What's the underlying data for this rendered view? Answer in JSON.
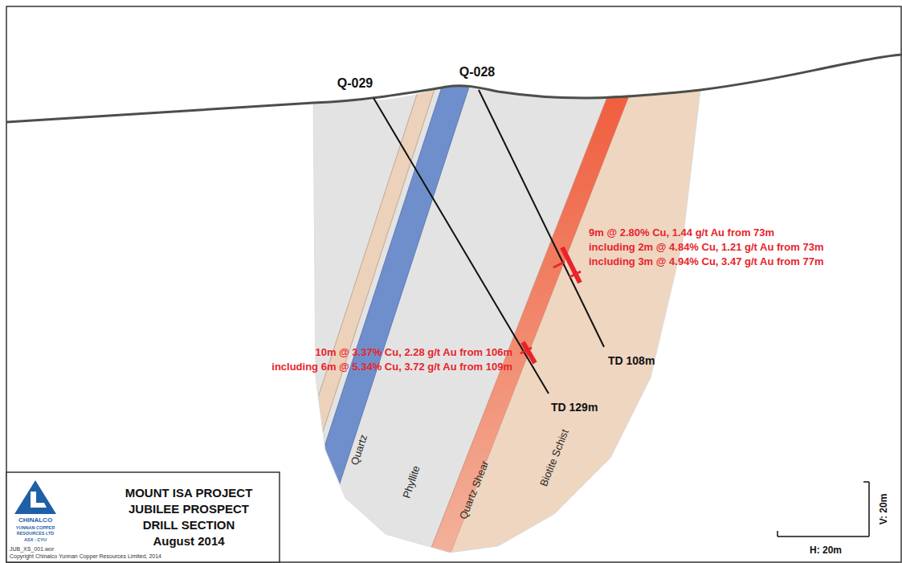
{
  "diagram": {
    "title": "MOUNT ISA PROJECT JUBILEE PROSPECT DRILL SECTION August 2014",
    "nodes": [
      {
        "text": [
          "Quartz"
        ]
      },
      {
        "text": [
          "Phyllite"
        ]
      },
      {
        "text": [
          "Quartz Shear"
        ]
      },
      {
        "text": [
          "Biotite Schist"
        ]
      }
    ],
    "labels": [
      "Q-029",
      "Q-028",
      "9m @ 2.80% Cu, 1.44 g/t Au from 73m",
      "including 2m @ 4.84% Cu, 1.21 g/t Au from 73m",
      "including 3m @ 4.94% Cu, 3.47 g/t Au from 77m",
      "10m @ 3.37% Cu, 2.28 g/t Au from 106m",
      "including 6m @ 5.34% Cu, 3.72 g/t Au from 109m",
      "TD 108m",
      "TD 129m",
      "CHINALCO",
      "YUNNAN COPPER",
      "RESOURCES LTD",
      "ASX : CYU",
      "JUB_XS_001.wor",
      "Copyright Chinalco Yunnan Copper Resources Limited, 2014",
      "V: 20m",
      "H: 20m"
    ]
  }
}
